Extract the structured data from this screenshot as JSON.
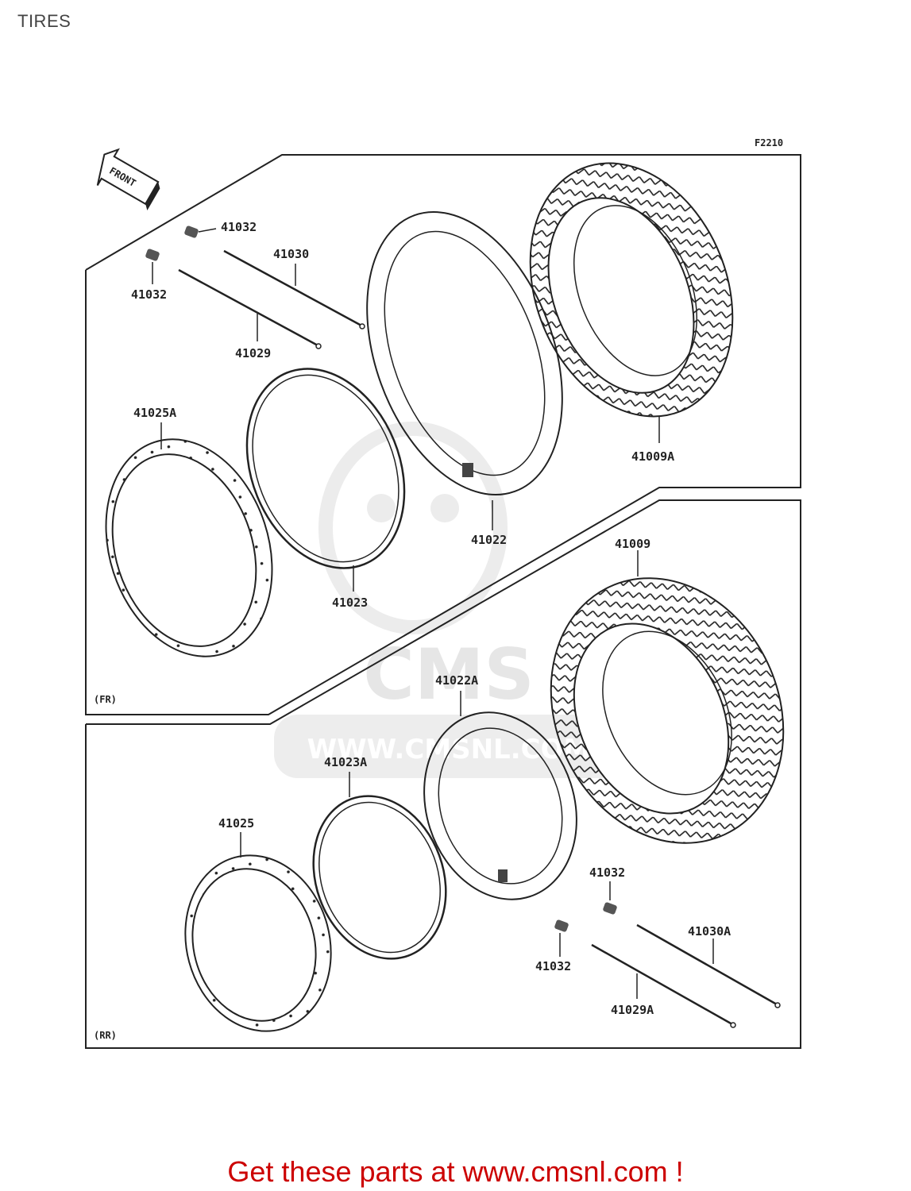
{
  "page": {
    "title": "TIRES"
  },
  "diagram": {
    "figure_code": "F2210",
    "front_badge": "FRONT",
    "sections": {
      "front": "(FR)",
      "rear": "(RR)"
    },
    "watermark": {
      "logo": "CMS",
      "url": "WWW.CMSNL.COM"
    },
    "front_parts": [
      {
        "id": "valve_a",
        "label": "41032"
      },
      {
        "id": "valve_b",
        "label": "41032"
      },
      {
        "id": "spoke_a",
        "label": "41030"
      },
      {
        "id": "spoke_b",
        "label": "41029"
      },
      {
        "id": "tire",
        "label": "41009A"
      },
      {
        "id": "tube",
        "label": "41022"
      },
      {
        "id": "band",
        "label": "41023"
      },
      {
        "id": "rim",
        "label": "41025A"
      }
    ],
    "rear_parts": [
      {
        "id": "tire",
        "label": "41009"
      },
      {
        "id": "tube",
        "label": "41022A"
      },
      {
        "id": "band",
        "label": "41023A"
      },
      {
        "id": "rim",
        "label": "41025"
      },
      {
        "id": "valve_a",
        "label": "41032"
      },
      {
        "id": "valve_b",
        "label": "41032"
      },
      {
        "id": "spoke_a",
        "label": "41030A"
      },
      {
        "id": "spoke_b",
        "label": "41029A"
      }
    ]
  },
  "footer": {
    "text": "Get these parts at www.cmsnl.com !"
  }
}
